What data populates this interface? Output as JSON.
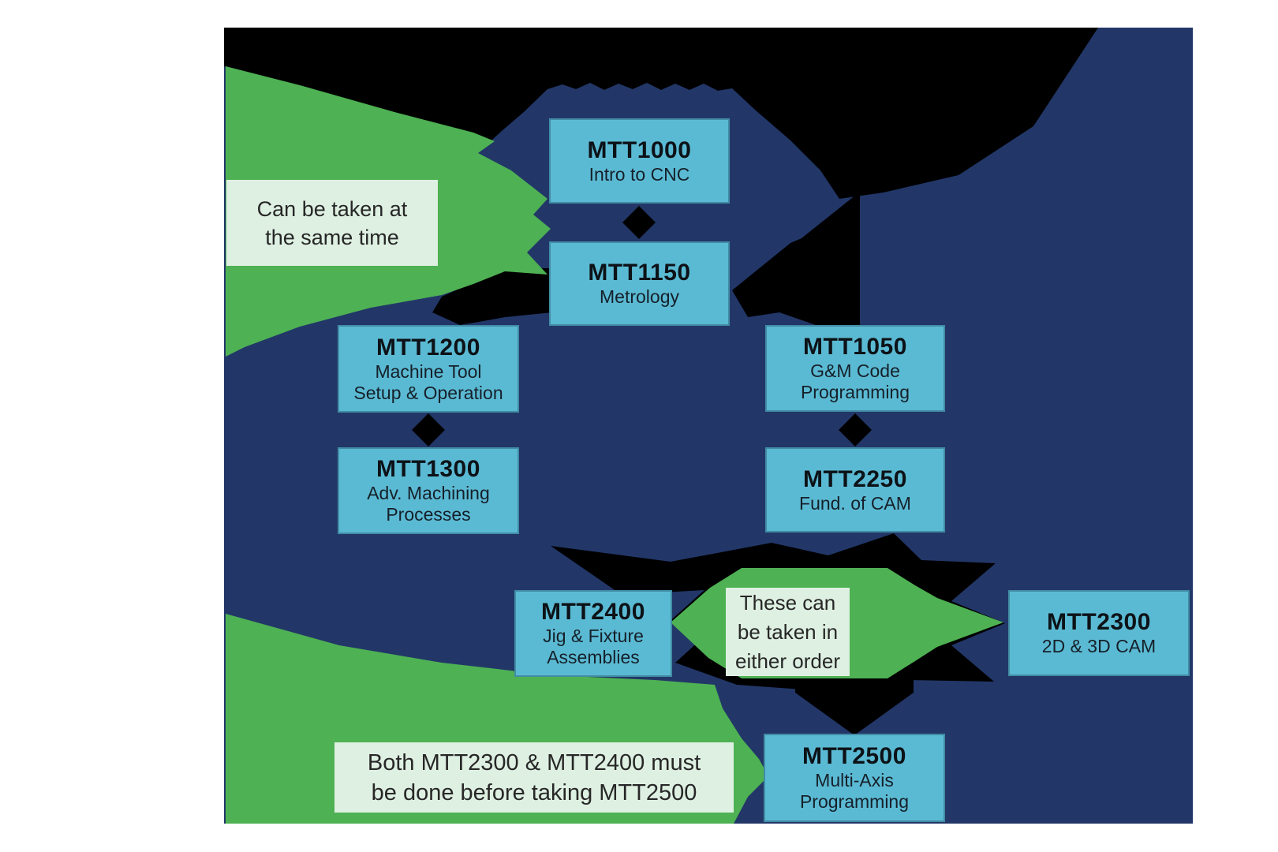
{
  "diagram_type": "course-prerequisite-flowchart",
  "courses": [
    {
      "code": "MTT1000",
      "lines": [
        "Intro to CNC"
      ]
    },
    {
      "code": "MTT1150",
      "lines": [
        "Metrology"
      ]
    },
    {
      "code": "MTT1200",
      "lines": [
        "Machine Tool",
        "Setup & Operation"
      ]
    },
    {
      "code": "MTT1050",
      "lines": [
        "G&M Code",
        "Programming"
      ]
    },
    {
      "code": "MTT1300",
      "lines": [
        "Adv. Machining",
        "Processes"
      ]
    },
    {
      "code": "MTT2250",
      "lines": [
        "Fund. of CAM"
      ]
    },
    {
      "code": "MTT2400",
      "lines": [
        "Jig & Fixture",
        "Assemblies"
      ]
    },
    {
      "code": "MTT2300",
      "lines": [
        "2D & 3D CAM"
      ]
    },
    {
      "code": "MTT2500",
      "lines": [
        "Multi-Axis",
        "Programming"
      ]
    }
  ],
  "notes": [
    {
      "lines": [
        "Can be taken at",
        "the same time"
      ]
    },
    {
      "lines": [
        "These can",
        "be taken in",
        "either order"
      ]
    },
    {
      "lines": [
        "Both MTT2300 & MTT2400 must",
        "be done before taking MTT2500"
      ]
    }
  ],
  "colors": {
    "panel_navy": "#223768",
    "connector_black": "#000000",
    "callout_green": "#4eb153",
    "note_light_green": "#def0e2",
    "course_box_blue": "#5bbad3"
  }
}
